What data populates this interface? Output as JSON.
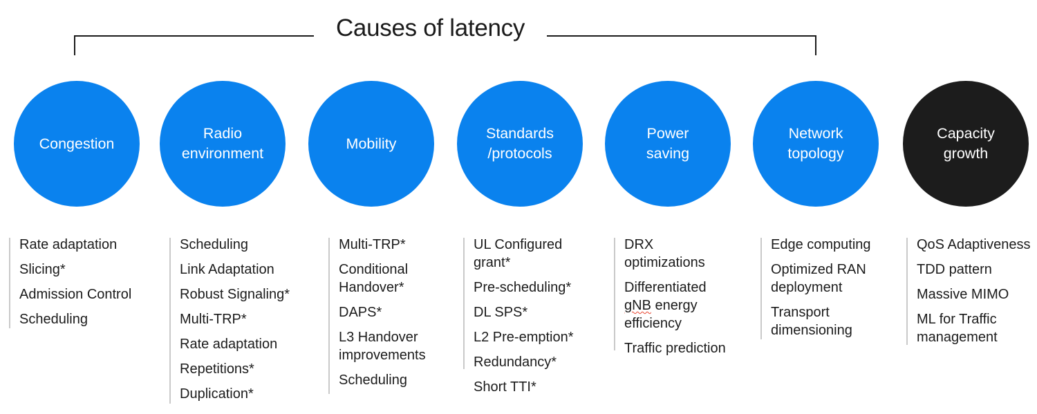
{
  "title": "Causes of latency",
  "colors": {
    "circle_blue": "#0A82EE",
    "circle_black": "#1C1C1C",
    "circle_text": "#FFFFFF",
    "text": "#1B1B1B",
    "bracket": "#1A1A1A",
    "rule": "#C9C9C9",
    "spellcheck_underline": "#E8442E"
  },
  "spellcheck_word": "gNB",
  "columns": [
    {
      "name": "congestion",
      "circle_label": "Congestion",
      "items": [
        "Rate adaptation",
        "Slicing*",
        "Admission Control",
        "Scheduling"
      ]
    },
    {
      "name": "radio-environment",
      "circle_label": "Radio\nenvironment",
      "items": [
        "Scheduling",
        "Link Adaptation",
        "Robust Signaling*",
        "Multi-TRP*",
        "Rate adaptation",
        "Repetitions*",
        "Duplication*"
      ]
    },
    {
      "name": "mobility",
      "circle_label": "Mobility",
      "items": [
        "Multi-TRP*",
        "Conditional\nHandover*",
        "DAPS*",
        "L3 Handover\nimprovements",
        "Scheduling"
      ]
    },
    {
      "name": "standards-protocols",
      "circle_label": "Standards\n/protocols",
      "items": [
        "UL Configured\ngrant*",
        "Pre-scheduling*",
        "DL SPS*",
        "L2 Pre-emption*",
        "Redundancy*",
        "Short TTI*"
      ]
    },
    {
      "name": "power-saving",
      "circle_label": "Power\nsaving",
      "items": [
        "DRX\noptimizations",
        "Differentiated\ngNB energy\nefficiency",
        "Traffic prediction"
      ]
    },
    {
      "name": "network-topology",
      "circle_label": "Network\ntopology",
      "items": [
        "Edge computing",
        "Optimized RAN\ndeployment",
        "Transport\ndimensioning"
      ]
    },
    {
      "name": "capacity-growth",
      "circle_label": "Capacity\ngrowth",
      "items": [
        "QoS Adaptiveness",
        "TDD pattern",
        "Massive MIMO",
        "ML for Traffic\nmanagement"
      ]
    }
  ]
}
